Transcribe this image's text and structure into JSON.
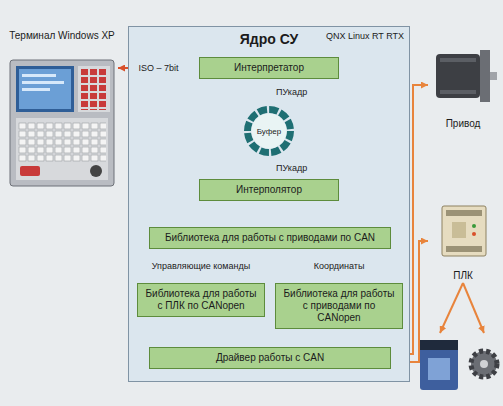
{
  "diagram": {
    "nodes": [
      {
        "text": [
          "Терминал Windows XP"
        ]
      },
      {
        "text": [
          "Ядро СУ"
        ]
      },
      {
        "text": [
          "Интерпретатор"
        ],
        "in": 1
      },
      {
        "text": [
          "Буфер"
        ],
        "in": 1
      },
      {
        "text": [
          "Интерполятор"
        ],
        "in": 1
      },
      {
        "text": [
          "Библиотека для работы с приводами по CAN"
        ],
        "in": 1
      },
      {
        "text": [
          "Библиотека для работы с ПЛК по CANopen"
        ],
        "in": 1
      },
      {
        "text": [
          "Библиотека для работы с приводами по CANopen"
        ],
        "in": 1
      },
      {
        "text": [
          "Драйвер работы с CAN"
        ],
        "in": 1
      },
      {
        "text": [
          "Привод"
        ]
      },
      {
        "text": [
          "ПЛК"
        ]
      }
    ],
    "edges": [
      {
        "from": 0,
        "to": 2,
        "label": "ISO – 7bit",
        "arrow": "both"
      },
      {
        "from": 2,
        "to": 3,
        "label": "ПУкадр",
        "arrow": "to"
      },
      {
        "from": 3,
        "to": 4,
        "label": "ПУкадр",
        "arrow": "to"
      },
      {
        "from": 4,
        "to": 5,
        "arrow": "to"
      },
      {
        "from": 5,
        "to": 6,
        "label": "Управляющие команды",
        "arrow": "to"
      },
      {
        "from": 5,
        "to": 7,
        "label": "Координаты",
        "arrow": "to"
      },
      {
        "from": 6,
        "to": 8,
        "arrow": "to"
      },
      {
        "from": 7,
        "to": 8,
        "arrow": "to"
      },
      {
        "from": 8,
        "to": 9,
        "arrow": "to"
      },
      {
        "from": 8,
        "to": 10,
        "arrow": "to"
      }
    ],
    "labels": [
      "QNX Linux RT RTX"
    ]
  }
}
